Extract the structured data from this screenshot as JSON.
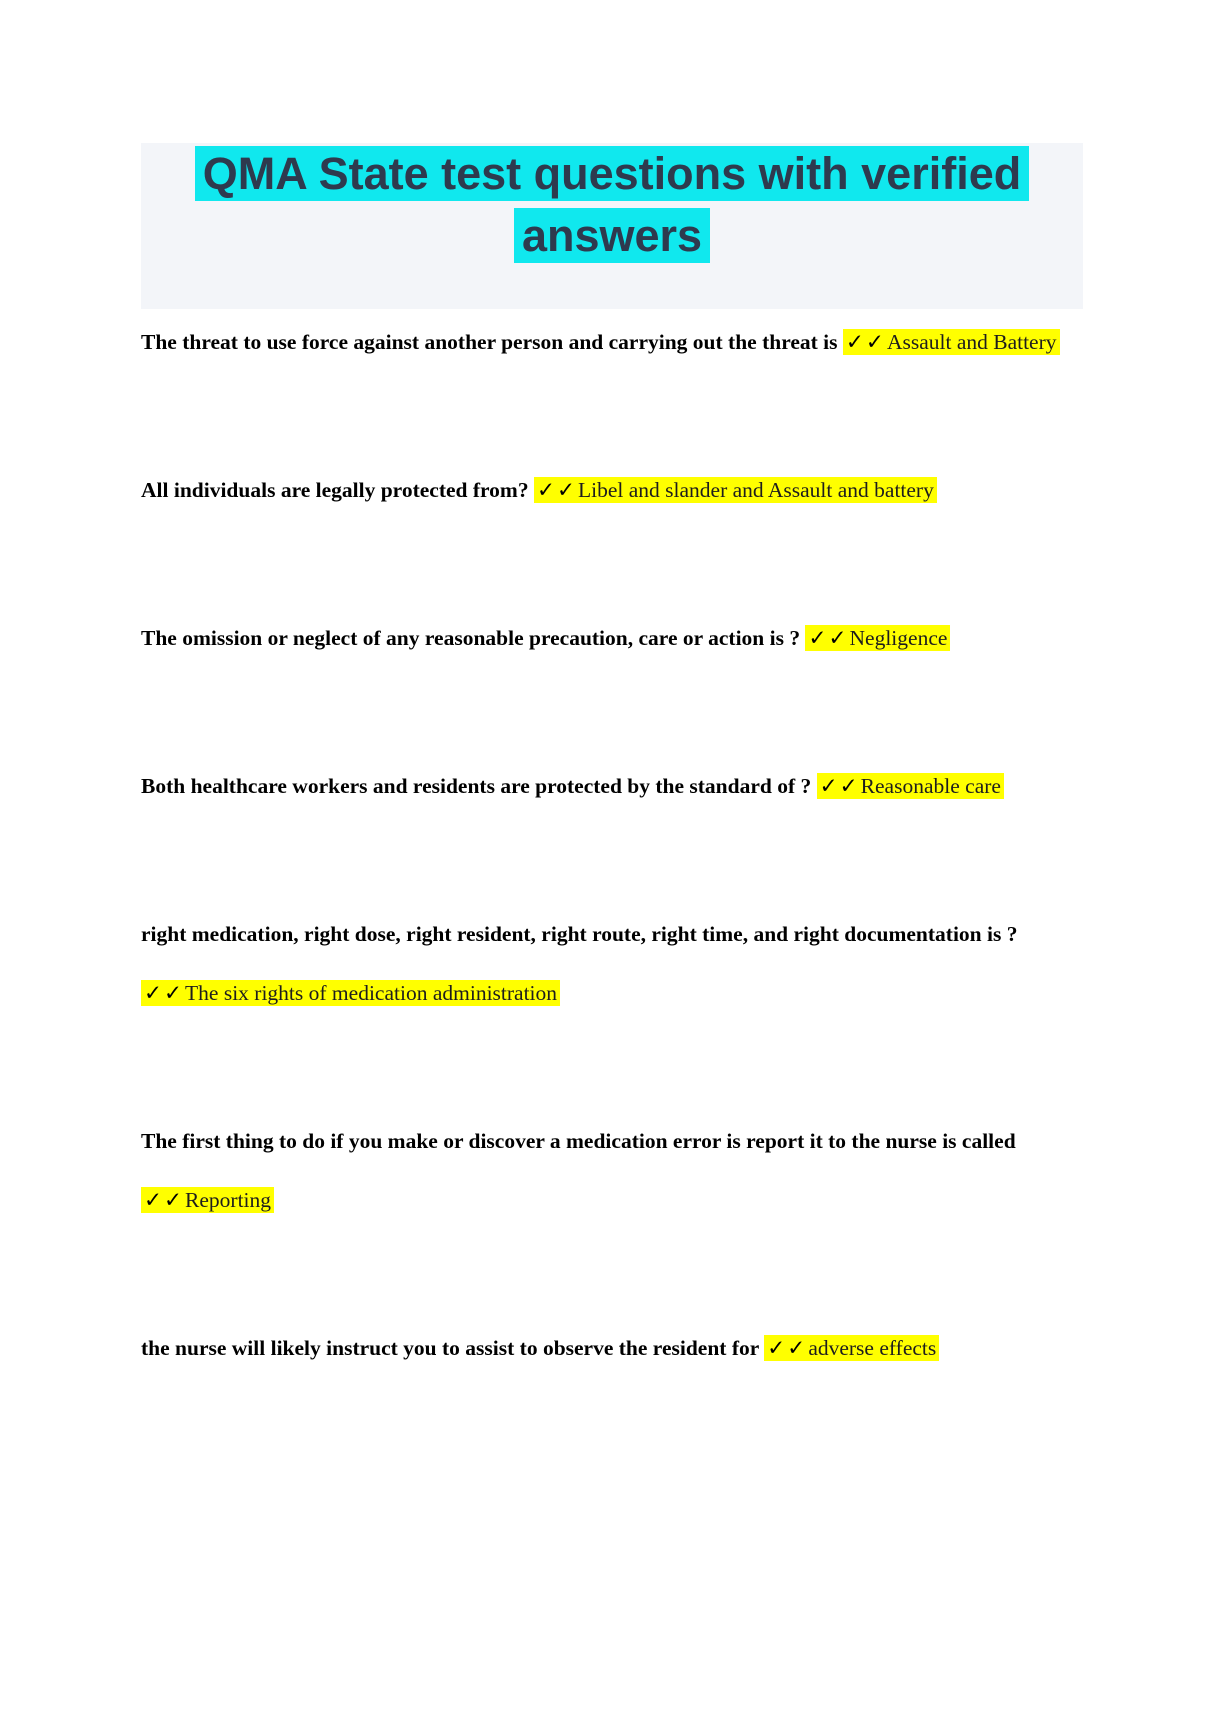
{
  "document": {
    "title": "QMA State test questions with verified answers",
    "check_marks": "✓✓",
    "colors": {
      "title_highlight": "#10e8ee",
      "title_text": "#2e3a4e",
      "title_box_background": "#f3f5f9",
      "answer_highlight": "#ffff00",
      "question_text": "#000000",
      "page_background": "#ffffff"
    },
    "qa": [
      {
        "question": "The threat to use force against another person and carrying out the threat is ",
        "answer": "Assault and Battery"
      },
      {
        "question": "All individuals are legally protected from? ",
        "answer": "Libel and slander and Assault and battery"
      },
      {
        "question": "The omission or neglect of any reasonable precaution, care or action is ? ",
        "answer": "Negligence"
      },
      {
        "question": "Both healthcare workers and residents are protected by the standard of ? ",
        "answer": "Reasonable care"
      },
      {
        "question": "right medication, right dose, right resident, right route, right time, and right documentation is ? ",
        "answer": "The six rights of medication administration"
      },
      {
        "question": "The first thing to do if you make or discover a medication error is report it to the nurse is called ",
        "answer": "Reporting"
      },
      {
        "question": "the nurse will likely instruct you to assist to observe the resident for ",
        "answer": "adverse effects"
      }
    ]
  }
}
